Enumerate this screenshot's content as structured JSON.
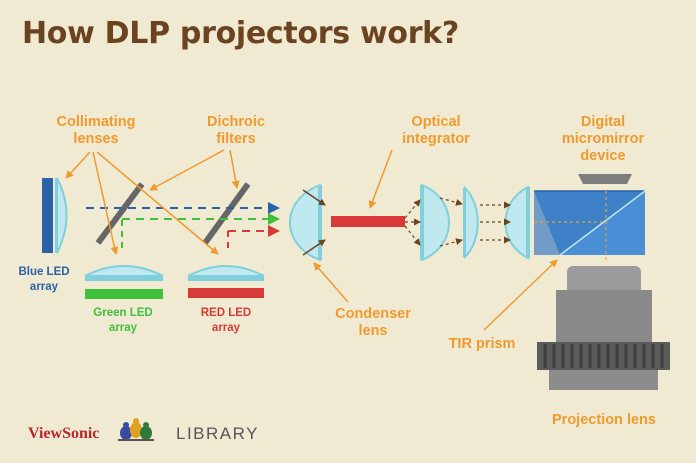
{
  "title": "How DLP projectors work?",
  "labels": {
    "collimating": [
      "Collimating",
      "lenses"
    ],
    "dichroic": [
      "Dichroic",
      "filters"
    ],
    "optical": [
      "Optical",
      "integrator"
    ],
    "dmd": [
      "Digital",
      "micromirror",
      "device"
    ],
    "blue_led": [
      "Blue LED",
      "array"
    ],
    "green_led": [
      "Green LED",
      "array"
    ],
    "red_led": [
      "RED LED",
      "array"
    ],
    "condenser": [
      "Condenser",
      "lens"
    ],
    "tir": "TIR prism",
    "projection": "Projection lens"
  },
  "brand": {
    "viewsonic": "ViewSonic",
    "library": "LIBRARY"
  },
  "colors": {
    "background": "#f1ead3",
    "title": "#6b4320",
    "label_orange": "#ef9a2c",
    "blue": "#2a62a8",
    "green": "#3fbf3a",
    "red": "#d83a38",
    "lens_light": "#bfe9ef",
    "lens_dark": "#7fd0dc",
    "prism": "#4a8fd6",
    "grey": "#8a8a8a",
    "viewsonic_red": "#b3272d",
    "library_grey": "#555555"
  }
}
